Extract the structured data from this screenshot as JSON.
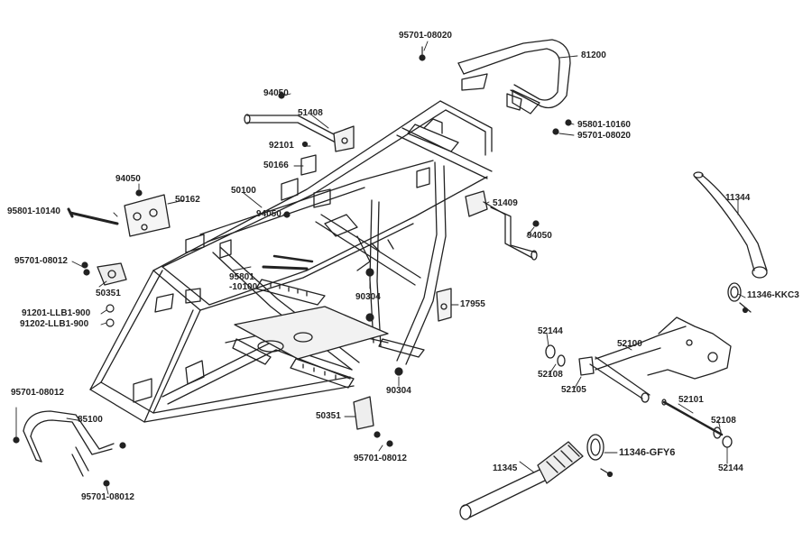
{
  "colors": {
    "line": "#222222",
    "fill": "#ffffff",
    "shade": "#d8d8d8",
    "bg": "#ffffff"
  },
  "icons": [
    "bolt-icon",
    "nut-icon",
    "washer-icon",
    "clamp-icon"
  ],
  "labels": {
    "p95701_08020_top": "95701-08020",
    "p81200": "81200",
    "p94050_a": "94050",
    "p51408": "51408",
    "p95801_10160": "95801-10160",
    "p95701_08020_mid": "95701-08020",
    "p92101": "92101",
    "p50166": "50166",
    "p94050_b": "94050",
    "p50162": "50162",
    "p50100": "50100",
    "p95801_10140": "95801-10140",
    "p94050_c": "94050",
    "p51409": "51409",
    "p94050_d": "94050",
    "p11344": "11344",
    "p95701_08012_a": "95701-08012",
    "p95801_10100_a": "95801",
    "p95801_10100_b": "-10100",
    "p50351_a": "50351",
    "p90304_a": "90304",
    "p17955": "17955",
    "p91201": "91201-LLB1-900",
    "p91202": "91202-LLB1-900",
    "p11346_kkc3": "11346-KKC3",
    "p52144_a": "52144",
    "p52100": "52100",
    "p52108_a": "52108",
    "p52105": "52105",
    "p90304_b": "90304",
    "p95701_08012_b": "95701-08012",
    "p85100": "85100",
    "p52101": "52101",
    "p52108_b": "52108",
    "p52144_b": "52144",
    "p50351_b": "50351",
    "p95701_08012_c": "95701-08012",
    "p11346_gfy6": "11346-GFY6",
    "p11345": "11345",
    "p95701_08012_d": "95701-08012"
  }
}
